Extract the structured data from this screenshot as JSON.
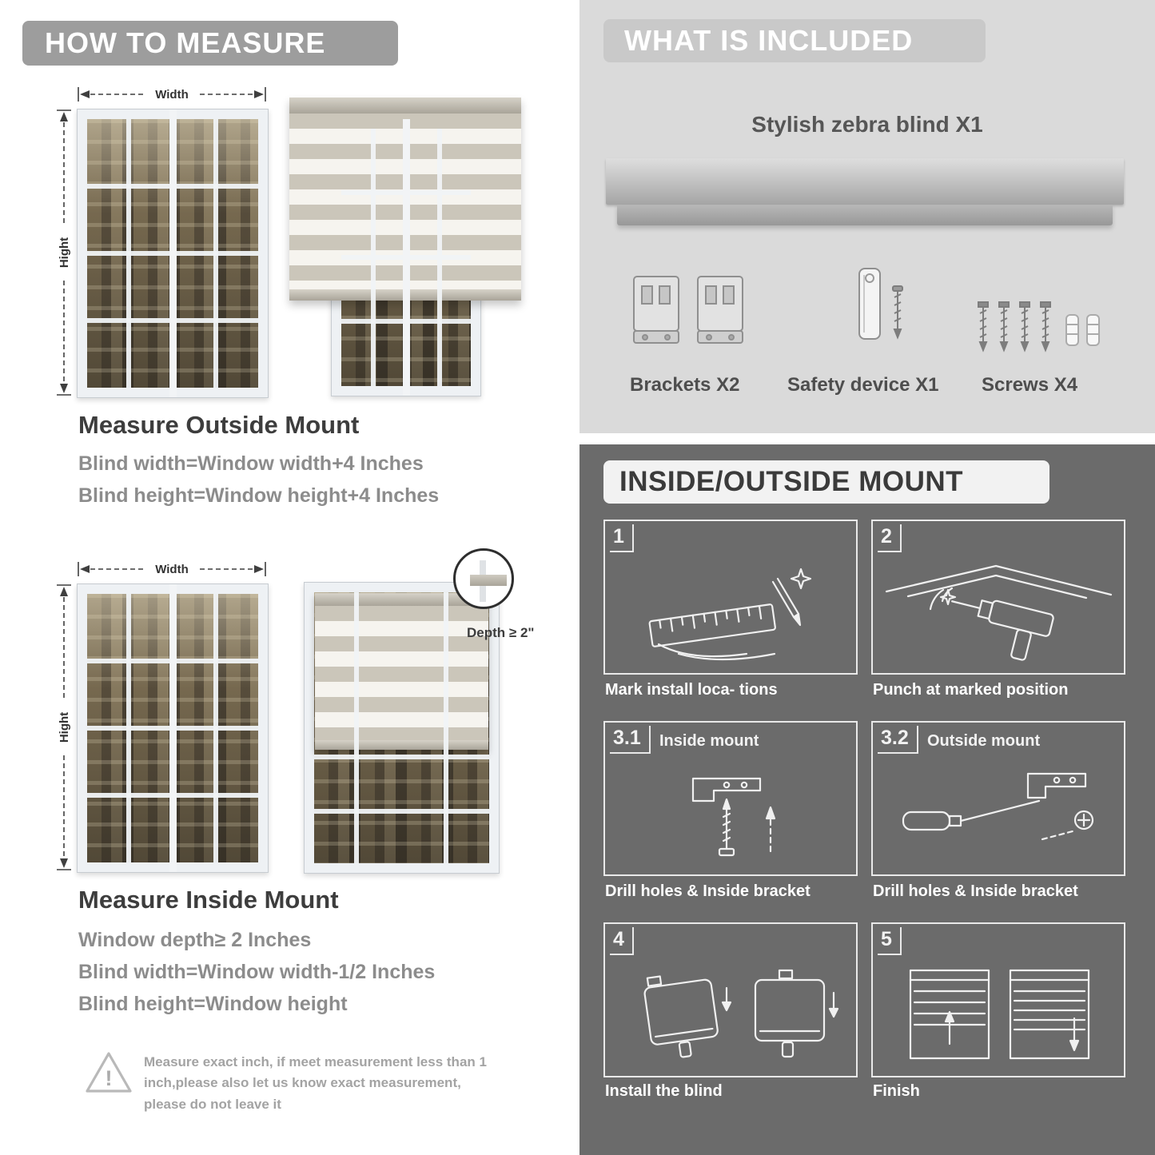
{
  "colors": {
    "left_header_bg": "#9d9d9d",
    "included_bg": "#dadada",
    "included_header_bg": "#c9c9c9",
    "mount_bg": "#6b6b6b",
    "heading_text": "#3d3d3d",
    "muted_text": "#8c8c8c"
  },
  "how_to_measure": {
    "header": "HOW TO MEASURE",
    "width_label": "Width",
    "height_label": "Hight",
    "outside": {
      "title": "Measure Outside Mount",
      "lines": [
        "Blind width=Window width+4 Inches",
        "Blind height=Window height+4 Inches"
      ]
    },
    "inside": {
      "title": "Measure Inside Mount",
      "depth_callout": "Depth ≥ 2\"",
      "lines": [
        "Window depth≥ 2 Inches",
        "Blind width=Window width-1/2 Inches",
        "Blind height=Window height"
      ]
    },
    "warning_mark": "!",
    "warning": "Measure exact inch, if meet measurement less than 1 inch,please also let us know exact measurement, please do not leave it"
  },
  "included": {
    "header": "WHAT IS INCLUDED",
    "product": "Stylish zebra blind X1",
    "items": [
      {
        "label": "Brackets X2"
      },
      {
        "label": "Safety device X1"
      },
      {
        "label": "Screws X4"
      }
    ]
  },
  "mount": {
    "header": "INSIDE/OUTSIDE MOUNT",
    "steps": [
      {
        "num": "1",
        "label": "",
        "caption": "Mark install loca- tions"
      },
      {
        "num": "2",
        "label": "",
        "caption": "Punch at  marked position"
      },
      {
        "num": "3.1",
        "label": "Inside mount",
        "caption": "Drill holes &  Inside bracket"
      },
      {
        "num": "3.2",
        "label": "Outside mount",
        "caption": "Drill holes &  Inside bracket"
      },
      {
        "num": "4",
        "label": "",
        "caption": "Install the blind"
      },
      {
        "num": "5",
        "label": "",
        "caption": "Finish"
      }
    ]
  }
}
